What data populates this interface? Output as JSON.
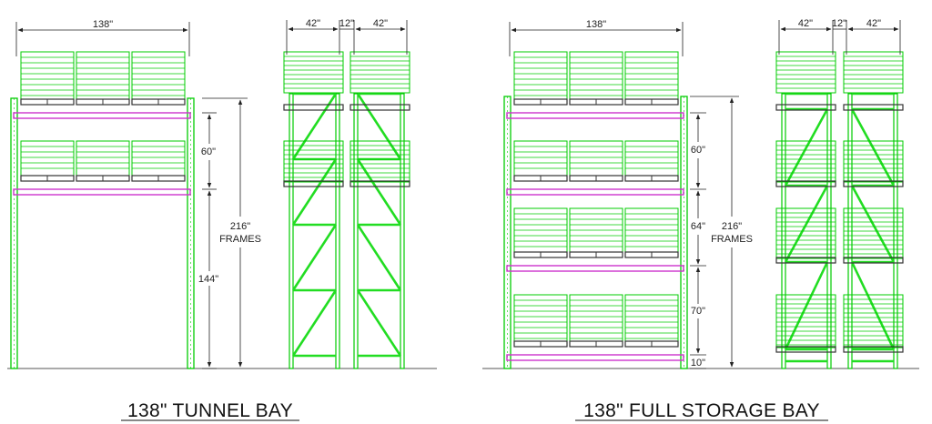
{
  "colors": {
    "frame": "#00cc00",
    "brace": "#22dd22",
    "beam": "#cc33cc",
    "pallet_base": "#333333",
    "dimension": "#222222",
    "ground": "#555555"
  },
  "tunnel_bay": {
    "caption": "138\" TUNNEL BAY",
    "width_dim": "138\"",
    "side_dims": [
      "42\"",
      "12\"",
      "42\""
    ],
    "level_dims": [
      "60\"",
      "144\""
    ],
    "frame_dim_value": "216\"",
    "frame_dim_label": "FRAMES"
  },
  "storage_bay": {
    "caption": "138\" FULL STORAGE BAY",
    "width_dim": "138\"",
    "side_dims": [
      "42\"",
      "12\"",
      "42\""
    ],
    "level_dims": [
      "60\"",
      "64\"",
      "70\"",
      "10\""
    ],
    "frame_dim_value": "216\"",
    "frame_dim_label": "FRAMES"
  }
}
